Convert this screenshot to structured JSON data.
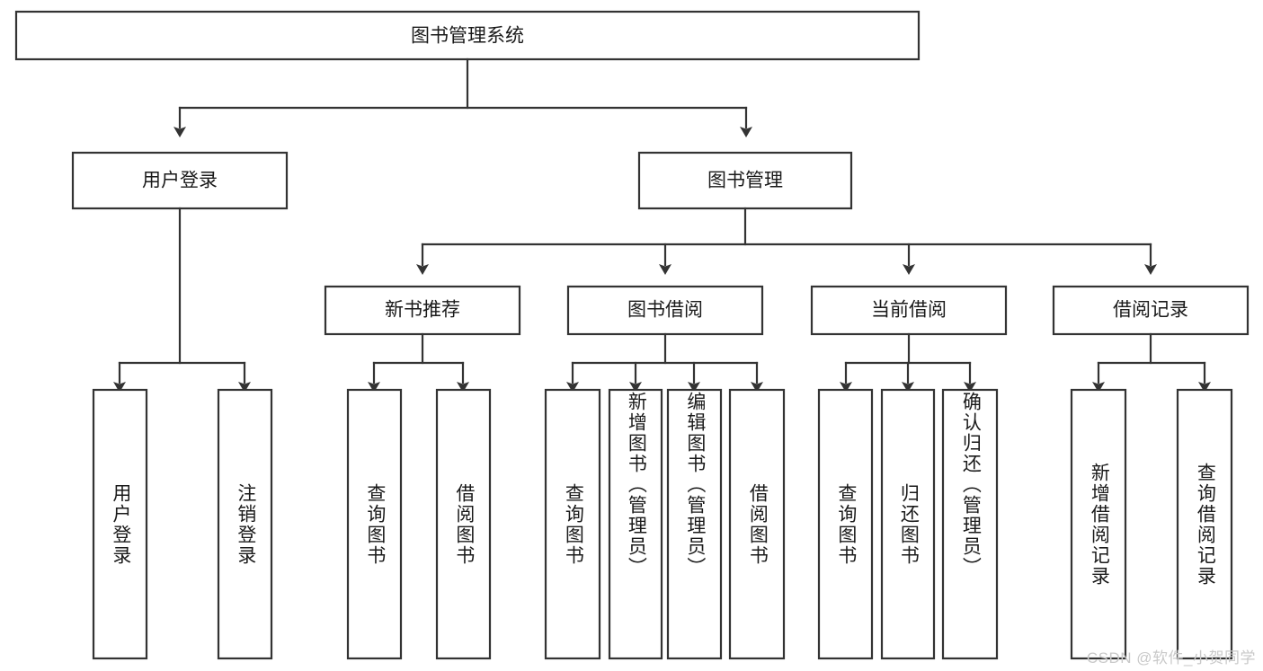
{
  "diagram": {
    "title": "图书管理系统",
    "type": "tree",
    "watermark": "CSDN @软件_小贺同学",
    "colors": {
      "stroke": "#333333",
      "fill": "#ffffff",
      "text": "#1a1a1a",
      "watermark": "#c9c9c9",
      "background": "#ffffff"
    },
    "root": {
      "label": "图书管理系统"
    },
    "level2": [
      {
        "label": "用户登录"
      },
      {
        "label": "图书管理"
      }
    ],
    "level3": [
      {
        "label": "新书推荐"
      },
      {
        "label": "图书借阅"
      },
      {
        "label": "当前借阅"
      },
      {
        "label": "借阅记录"
      }
    ],
    "leaves": {
      "user_login": [
        {
          "label": "用户登录"
        },
        {
          "label": "注销登录"
        }
      ],
      "new_book_recommend": [
        {
          "label": "查询图书"
        },
        {
          "label": "借阅图书"
        }
      ],
      "book_borrow": [
        {
          "label": "查询图书"
        },
        {
          "label": "新增图书（管理员）"
        },
        {
          "label": "编辑图书（管理员）"
        },
        {
          "label": "借阅图书"
        }
      ],
      "current_borrow": [
        {
          "label": "查询图书"
        },
        {
          "label": "归还图书"
        },
        {
          "label": "确认归还（管理员）"
        }
      ],
      "borrow_record": [
        {
          "label": "新增借阅记录"
        },
        {
          "label": "查询借阅记录"
        }
      ]
    }
  }
}
